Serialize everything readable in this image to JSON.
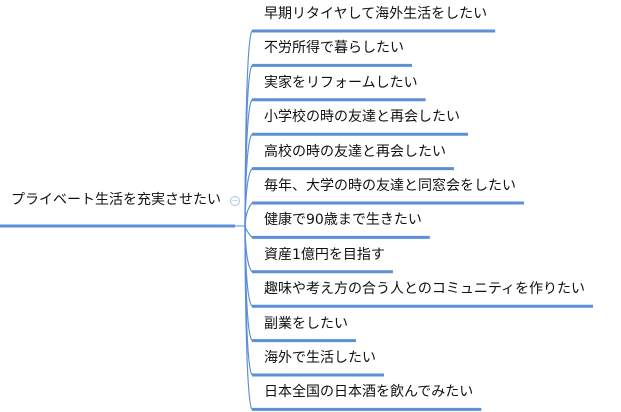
{
  "root": {
    "label": "プライベート生活を充実させたい"
  },
  "collapse_symbol": "−",
  "children": [
    {
      "label": "早期リタイヤして海外生活をしたい"
    },
    {
      "label": "不労所得で暮らしたい"
    },
    {
      "label": "実家をリフォームしたい"
    },
    {
      "label": "小学校の時の友達と再会したい"
    },
    {
      "label": "高校の時の友達と再会したい"
    },
    {
      "label": "毎年、大学の時の友達と同窓会をしたい"
    },
    {
      "label": "健康で90歳まで生きたい"
    },
    {
      "label": "資産1億円を目指す"
    },
    {
      "label": "趣味や考え方の合う人とのコミュニティを作りたい"
    },
    {
      "label": "副業をしたい"
    },
    {
      "label": "海外で生活したい"
    },
    {
      "label": "日本全国の日本酒を飲んでみたい"
    }
  ],
  "colors": {
    "line": "#5b8fd6",
    "text": "#111111"
  }
}
